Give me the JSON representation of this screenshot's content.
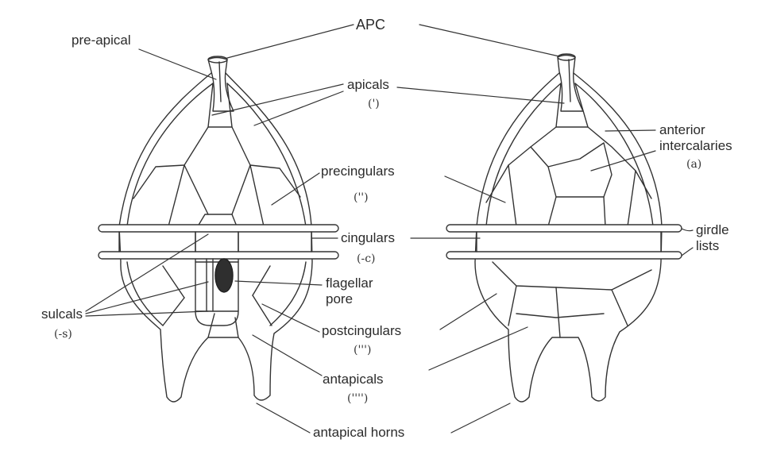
{
  "labels": {
    "apc": "APC",
    "pre_apical": "pre-apical",
    "apicals": "apicals",
    "apicals_sym": "(')",
    "precingulars": "precingulars",
    "precingulars_sym": "('')",
    "cingulars": "cingulars",
    "cingulars_sym": "(-c)",
    "flagellar": "flagellar",
    "pore": "pore",
    "sulcals": "sulcals",
    "sulcals_sym": "(-s)",
    "postcingulars": "postcingulars",
    "postcingulars_sym": "(''')",
    "antapicals": "antapicals",
    "antapicals_sym": "('''')",
    "antapical_horns": "antapical horns",
    "anterior": "anterior",
    "intercalaries": "intercalaries",
    "intercalaries_sym": "(a)",
    "girdle": "girdle",
    "lists": "lists"
  },
  "colors": {
    "ink": "#333333",
    "pore": "#2f2f2f",
    "paper": "#ffffff"
  }
}
